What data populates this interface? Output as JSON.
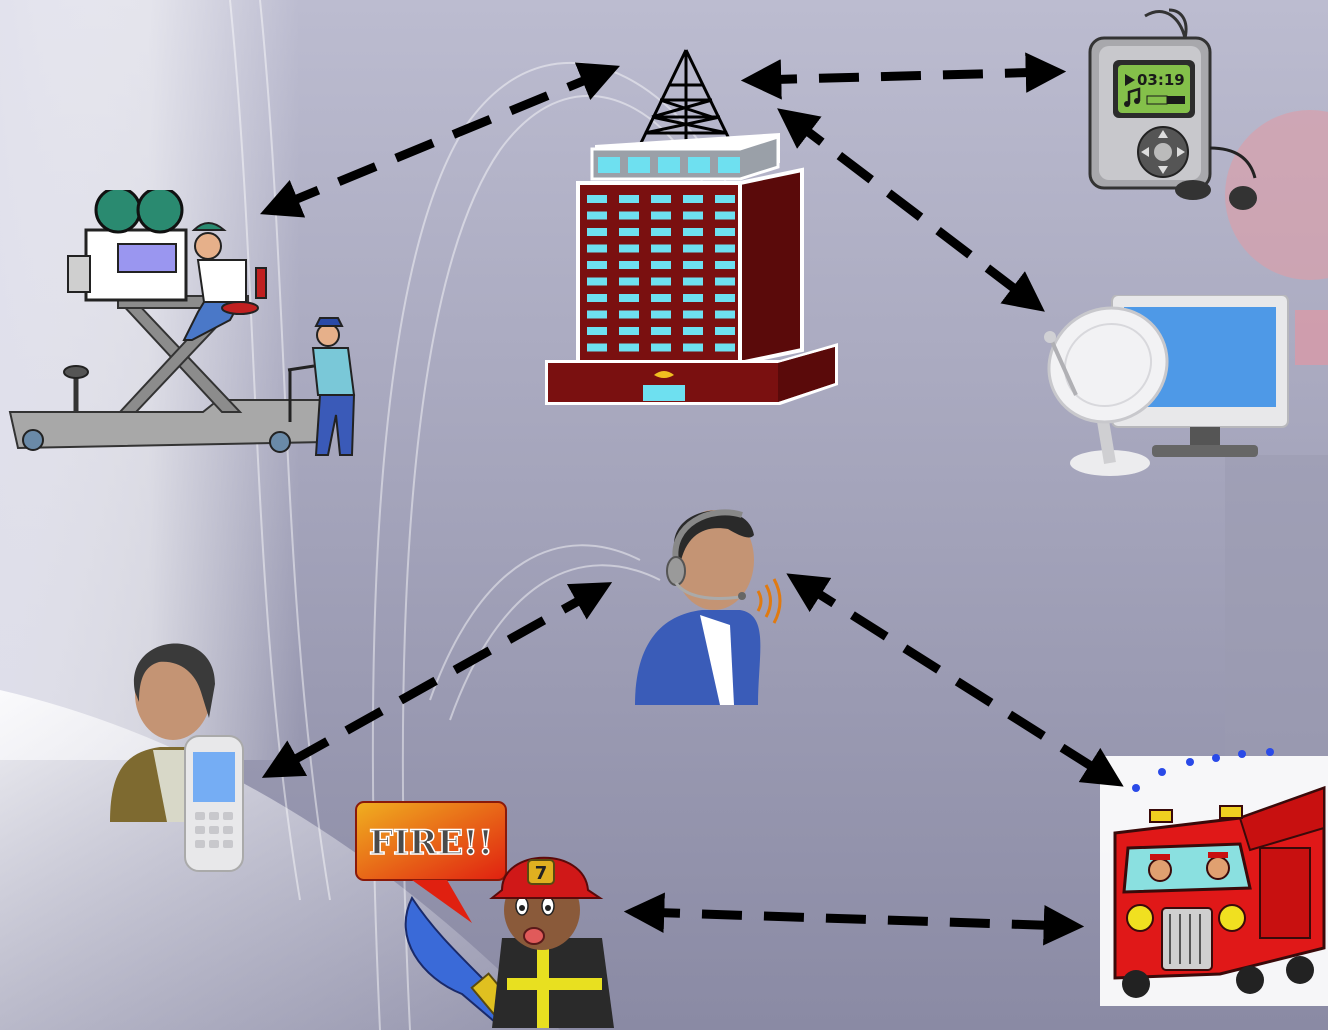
{
  "background": {
    "top_color": "#b9b9cd",
    "bottom_color": "#8c8ca6",
    "accent_circle_color": "#d8a0ab"
  },
  "nodes": [
    {
      "id": "broadcast-tower-building",
      "icon": "antenna-tower-building-icon"
    },
    {
      "id": "film-camera-crew",
      "icon": "film-camera-crane-icon"
    },
    {
      "id": "mp3-player",
      "icon": "mp3-player-icon",
      "screen_text": "03:19"
    },
    {
      "id": "satellite-tv",
      "icon": "satellite-dish-monitor-icon"
    },
    {
      "id": "headset-operator",
      "icon": "headset-operator-icon"
    },
    {
      "id": "phone-user",
      "icon": "person-with-mobile-phone-icon"
    },
    {
      "id": "firefighter",
      "icon": "firefighter-with-hose-icon",
      "sign_text": "FIRE!!",
      "helmet_number": "7"
    },
    {
      "id": "fire-truck",
      "icon": "fire-truck-icon"
    }
  ],
  "arrow_style": {
    "color": "#000000",
    "dashed": true
  },
  "links": [
    {
      "from": "broadcast-tower-building",
      "to": "film-camera-crew",
      "direction": "both"
    },
    {
      "from": "broadcast-tower-building",
      "to": "mp3-player",
      "direction": "both"
    },
    {
      "from": "broadcast-tower-building",
      "to": "satellite-tv",
      "direction": "both"
    },
    {
      "from": "headset-operator",
      "to": "phone-user",
      "direction": "both"
    },
    {
      "from": "headset-operator",
      "to": "fire-truck",
      "direction": "both"
    },
    {
      "from": "firefighter",
      "to": "fire-truck",
      "direction": "both"
    }
  ]
}
